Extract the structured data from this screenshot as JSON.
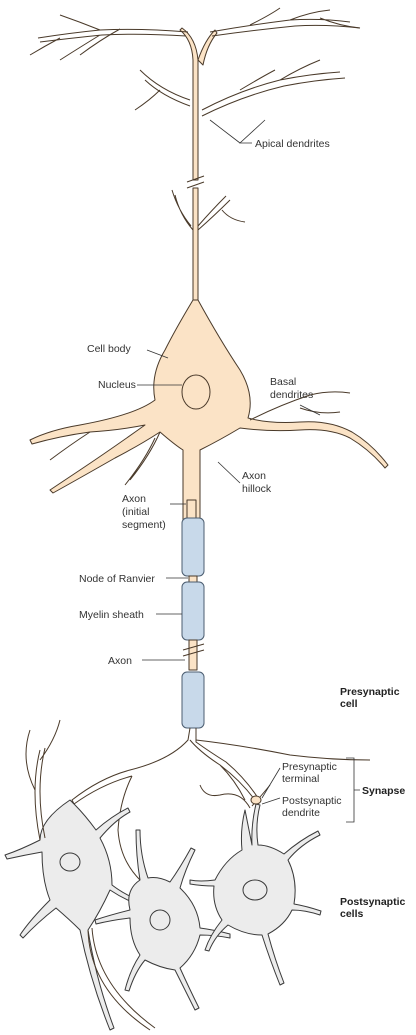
{
  "labels": {
    "apical_dendrites": "Apical dendrites",
    "cell_body": "Cell body",
    "nucleus": "Nucleus",
    "basal_dendrites_1": "Basal",
    "basal_dendrites_2": "dendrites",
    "axon_hillock_1": "Axon",
    "axon_hillock_2": "hillock",
    "axon_initial_1": "Axon",
    "axon_initial_2": "(initial",
    "axon_initial_3": "segment)",
    "node_of_ranvier": "Node of Ranvier",
    "myelin_sheath": "Myelin sheath",
    "axon": "Axon",
    "presynaptic_cell_1": "Presynaptic",
    "presynaptic_cell_2": "cell",
    "presynaptic_terminal_1": "Presynaptic",
    "presynaptic_terminal_2": "terminal",
    "synapse": "Synapse",
    "postsynaptic_dendrite_1": "Postsynaptic",
    "postsynaptic_dendrite_2": "dendrite",
    "postsynaptic_cells_1": "Postsynaptic",
    "postsynaptic_cells_2": "cells"
  },
  "colors": {
    "neuron_fill": "#fbe3c6",
    "myelin_fill": "#c8d9ea",
    "postsynaptic_fill": "#ececec"
  }
}
